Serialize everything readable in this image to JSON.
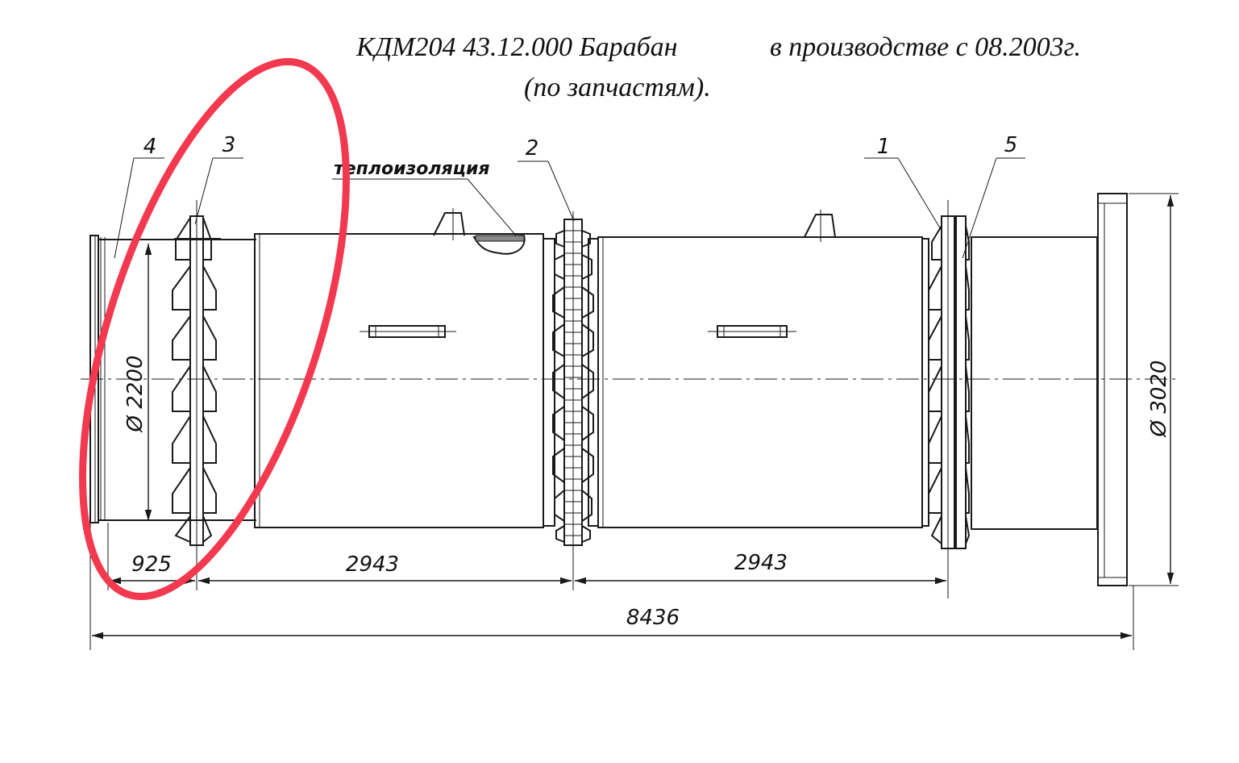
{
  "title": {
    "designation": "КДМ204 43.12.000 Барабан",
    "production": "в производстве с 08.2003г.",
    "subtitle": "(по запчастям)."
  },
  "callouts": {
    "item1": "1",
    "item2": "2",
    "item3": "3",
    "item4": "4",
    "item5": "5",
    "insulation": "теплоизоляция"
  },
  "dimensions": {
    "inner_diameter": "Ø 2200",
    "outer_diameter": "Ø 3020",
    "left_section": "925",
    "section_a": "2943",
    "section_b": "2943",
    "overall_length": "8436"
  },
  "highlight": {
    "color": "#f2394f",
    "target": "3"
  },
  "colors": {
    "ink": "#1a1a1a",
    "paper": "#ffffff"
  }
}
